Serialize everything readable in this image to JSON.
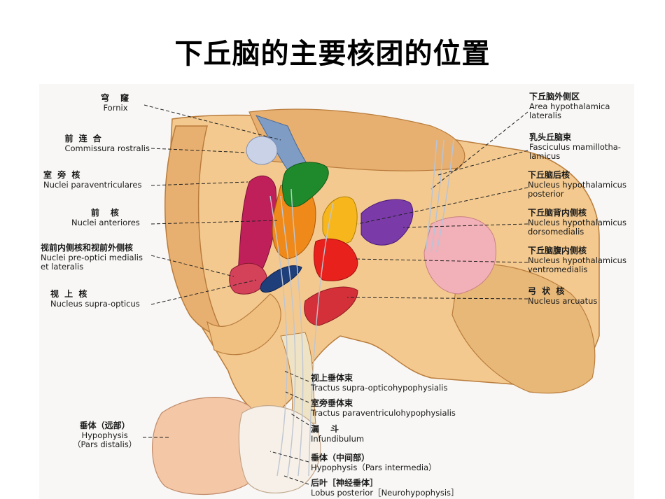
{
  "title": "下丘脑的主要核团的位置",
  "labels": {
    "fornix": {
      "cn": "穹　窿",
      "la": "Fornix"
    },
    "commissura": {
      "cn": "前 连 合",
      "la": "Commissura rostralis"
    },
    "paraventricular": {
      "cn": "室 旁 核",
      "la": "Nuclei paraventriculares"
    },
    "anterior": {
      "cn": "前　核",
      "la": "Nuclei anteriores"
    },
    "preoptic": {
      "cn": "视前内侧核和视前外侧核",
      "la": "Nuclei pre-optici medialis",
      "la2": "et lateralis"
    },
    "supraoptic": {
      "cn": "视 上 核",
      "la": "Nucleus supra-opticus"
    },
    "area_lateral": {
      "cn": "下丘脑外侧区",
      "la": "Area hypothalamica",
      "la2": "lateralis"
    },
    "fasciculus": {
      "cn": "乳头丘脑束",
      "la": "Fasciculus mamillotha-",
      "la2": "lamicus"
    },
    "posterior": {
      "cn": "下丘脑后核",
      "la": "Nucleus hypothalamicus",
      "la2": "posterior"
    },
    "dorsomedial": {
      "cn": "下丘脑背内侧核",
      "la": "Nucleus hypothalamicus",
      "la2": "dorsomedialis"
    },
    "ventromedial": {
      "cn": "下丘脑腹内侧核",
      "la": "Nucleus hypothalamicus",
      "la2": "ventromedialis"
    },
    "arcuate": {
      "cn": "弓 状 核",
      "la": "Nucleus arcuatus"
    },
    "tract_supraoptic": {
      "cn": "视上垂体束",
      "la": "Tractus supra-opticohypophysialis"
    },
    "tract_paraventricular": {
      "cn": "室旁垂体束",
      "la": "Tractus paraventriculohypophysialis"
    },
    "infundibulum": {
      "cn": "漏　斗",
      "la": "Infundibulum"
    },
    "pars_intermedia": {
      "cn": "垂体（中间部）",
      "la": "Hypophysis（Pars intermedia）"
    },
    "neurohypophysis": {
      "cn": "后叶［神经垂体］",
      "la": "Lobus posterior［Neurohypophysis］"
    },
    "pars_distalis": {
      "cn": "垂体（远部）",
      "la": "Hypophysis",
      "la2": "（Pars distalis）"
    }
  },
  "colors": {
    "tissue": "#f3c98f",
    "tissue_dark": "#d99a52",
    "paraventricular": "#c0205a",
    "anterior": "#ef8a1a",
    "fornix": "#7e9cc4",
    "commissura": "#c9d2e6",
    "green_nucleus": "#1f8a2c",
    "posterior_nucleus": "#f7b71c",
    "dorsomedial_nucleus": "#7a3aa8",
    "ventromedial_nucleus": "#e8211d",
    "supraoptic_nucleus": "#1f3f7a",
    "mamillary": "#f2b0b8",
    "hypophysis": "#f4c7a6"
  }
}
